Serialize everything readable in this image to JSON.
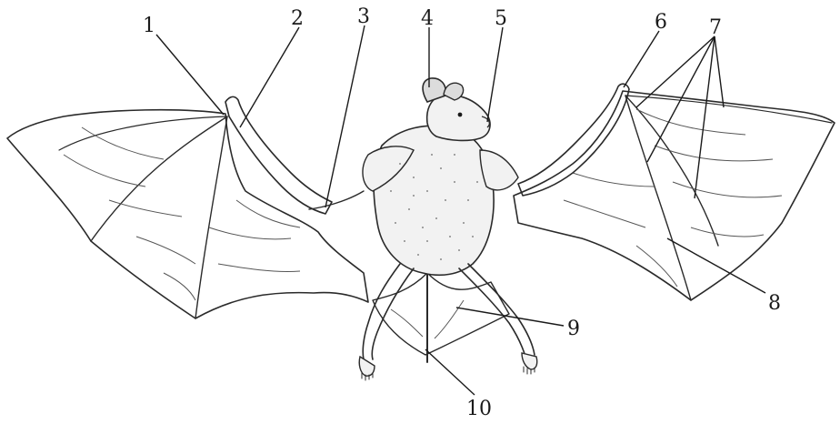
{
  "figure": {
    "labels": [
      "1",
      "2",
      "3",
      "4",
      "5",
      "6",
      "7",
      "8",
      "9",
      "10"
    ]
  },
  "colors": {
    "ink": "#2a2a2a",
    "paper": "#ffffff",
    "fur": "#f2f2f2"
  }
}
